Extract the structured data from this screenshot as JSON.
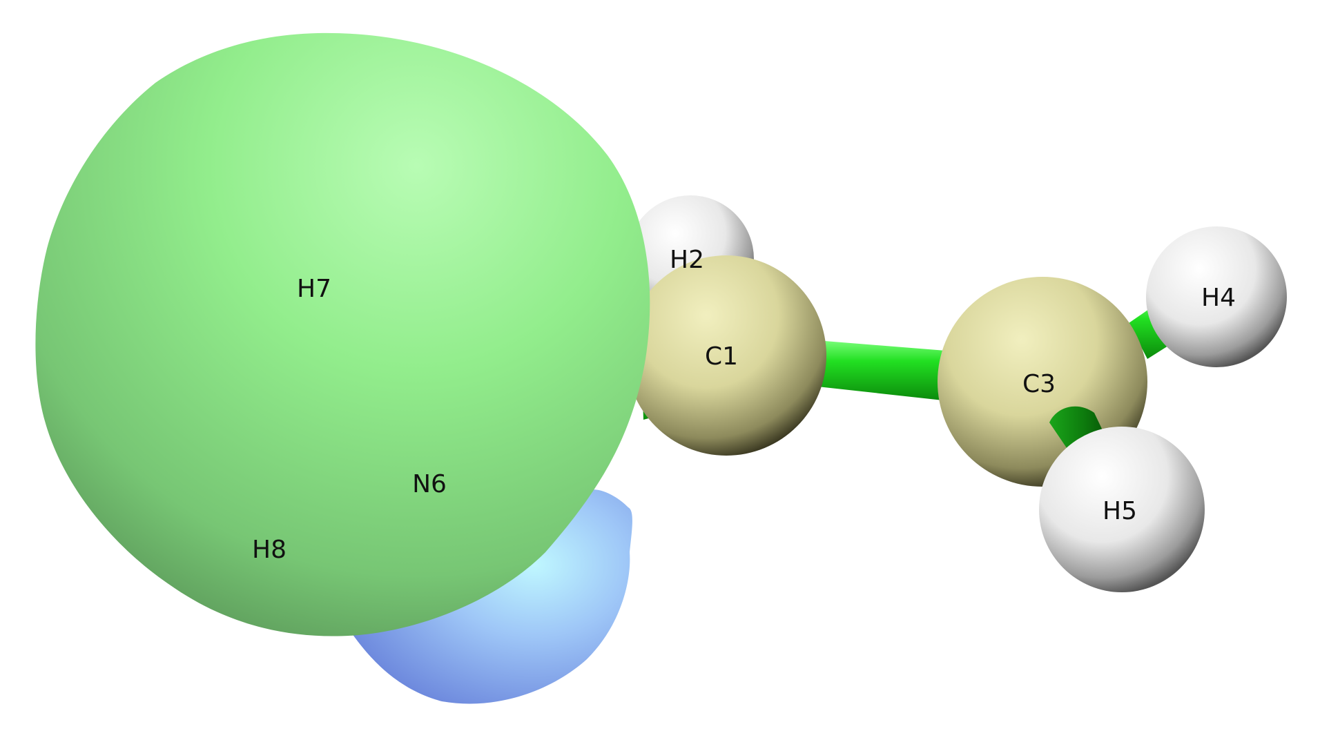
{
  "molecule": {
    "atoms": [
      {
        "label": "C1",
        "element": "C"
      },
      {
        "label": "H2",
        "element": "H"
      },
      {
        "label": "C3",
        "element": "C"
      },
      {
        "label": "H4",
        "element": "H"
      },
      {
        "label": "H5",
        "element": "H"
      },
      {
        "label": "N6",
        "element": "N"
      },
      {
        "label": "H7",
        "element": "H"
      },
      {
        "label": "H8",
        "element": "H"
      }
    ],
    "bonds": [
      {
        "from": "C1",
        "to": "C3"
      },
      {
        "from": "C3",
        "to": "H4"
      },
      {
        "from": "C3",
        "to": "H5"
      },
      {
        "from": "C1",
        "to": "N6"
      }
    ]
  },
  "orbital_lobes": {
    "positive_color": "#8fe88a",
    "negative_color": "#7d9ff0"
  },
  "colors": {
    "carbon": "#d8d59a",
    "hydrogen": "#eeeeee",
    "bond": "#22e022",
    "background": "#ffffff"
  }
}
